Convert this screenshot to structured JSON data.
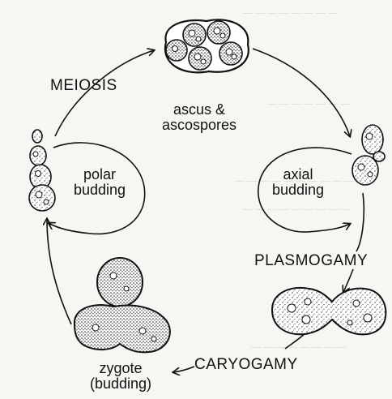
{
  "labels": {
    "meiosis": "MEIOSIS",
    "ascus_line1": "ascus &",
    "ascus_line2": "ascospores",
    "polar_line1": "polar",
    "polar_line2": "budding",
    "axial_line1": "axial",
    "axial_line2": "budding",
    "plasmogamy": "PLASMOGAMY",
    "caryogamy": "CARYOGAMY",
    "zygote_line1": "zygote",
    "zygote_line2": "(budding)"
  },
  "colors": {
    "ink": "#111111",
    "paper": "#f7f6f2",
    "cell_fill": "#ffffff"
  }
}
